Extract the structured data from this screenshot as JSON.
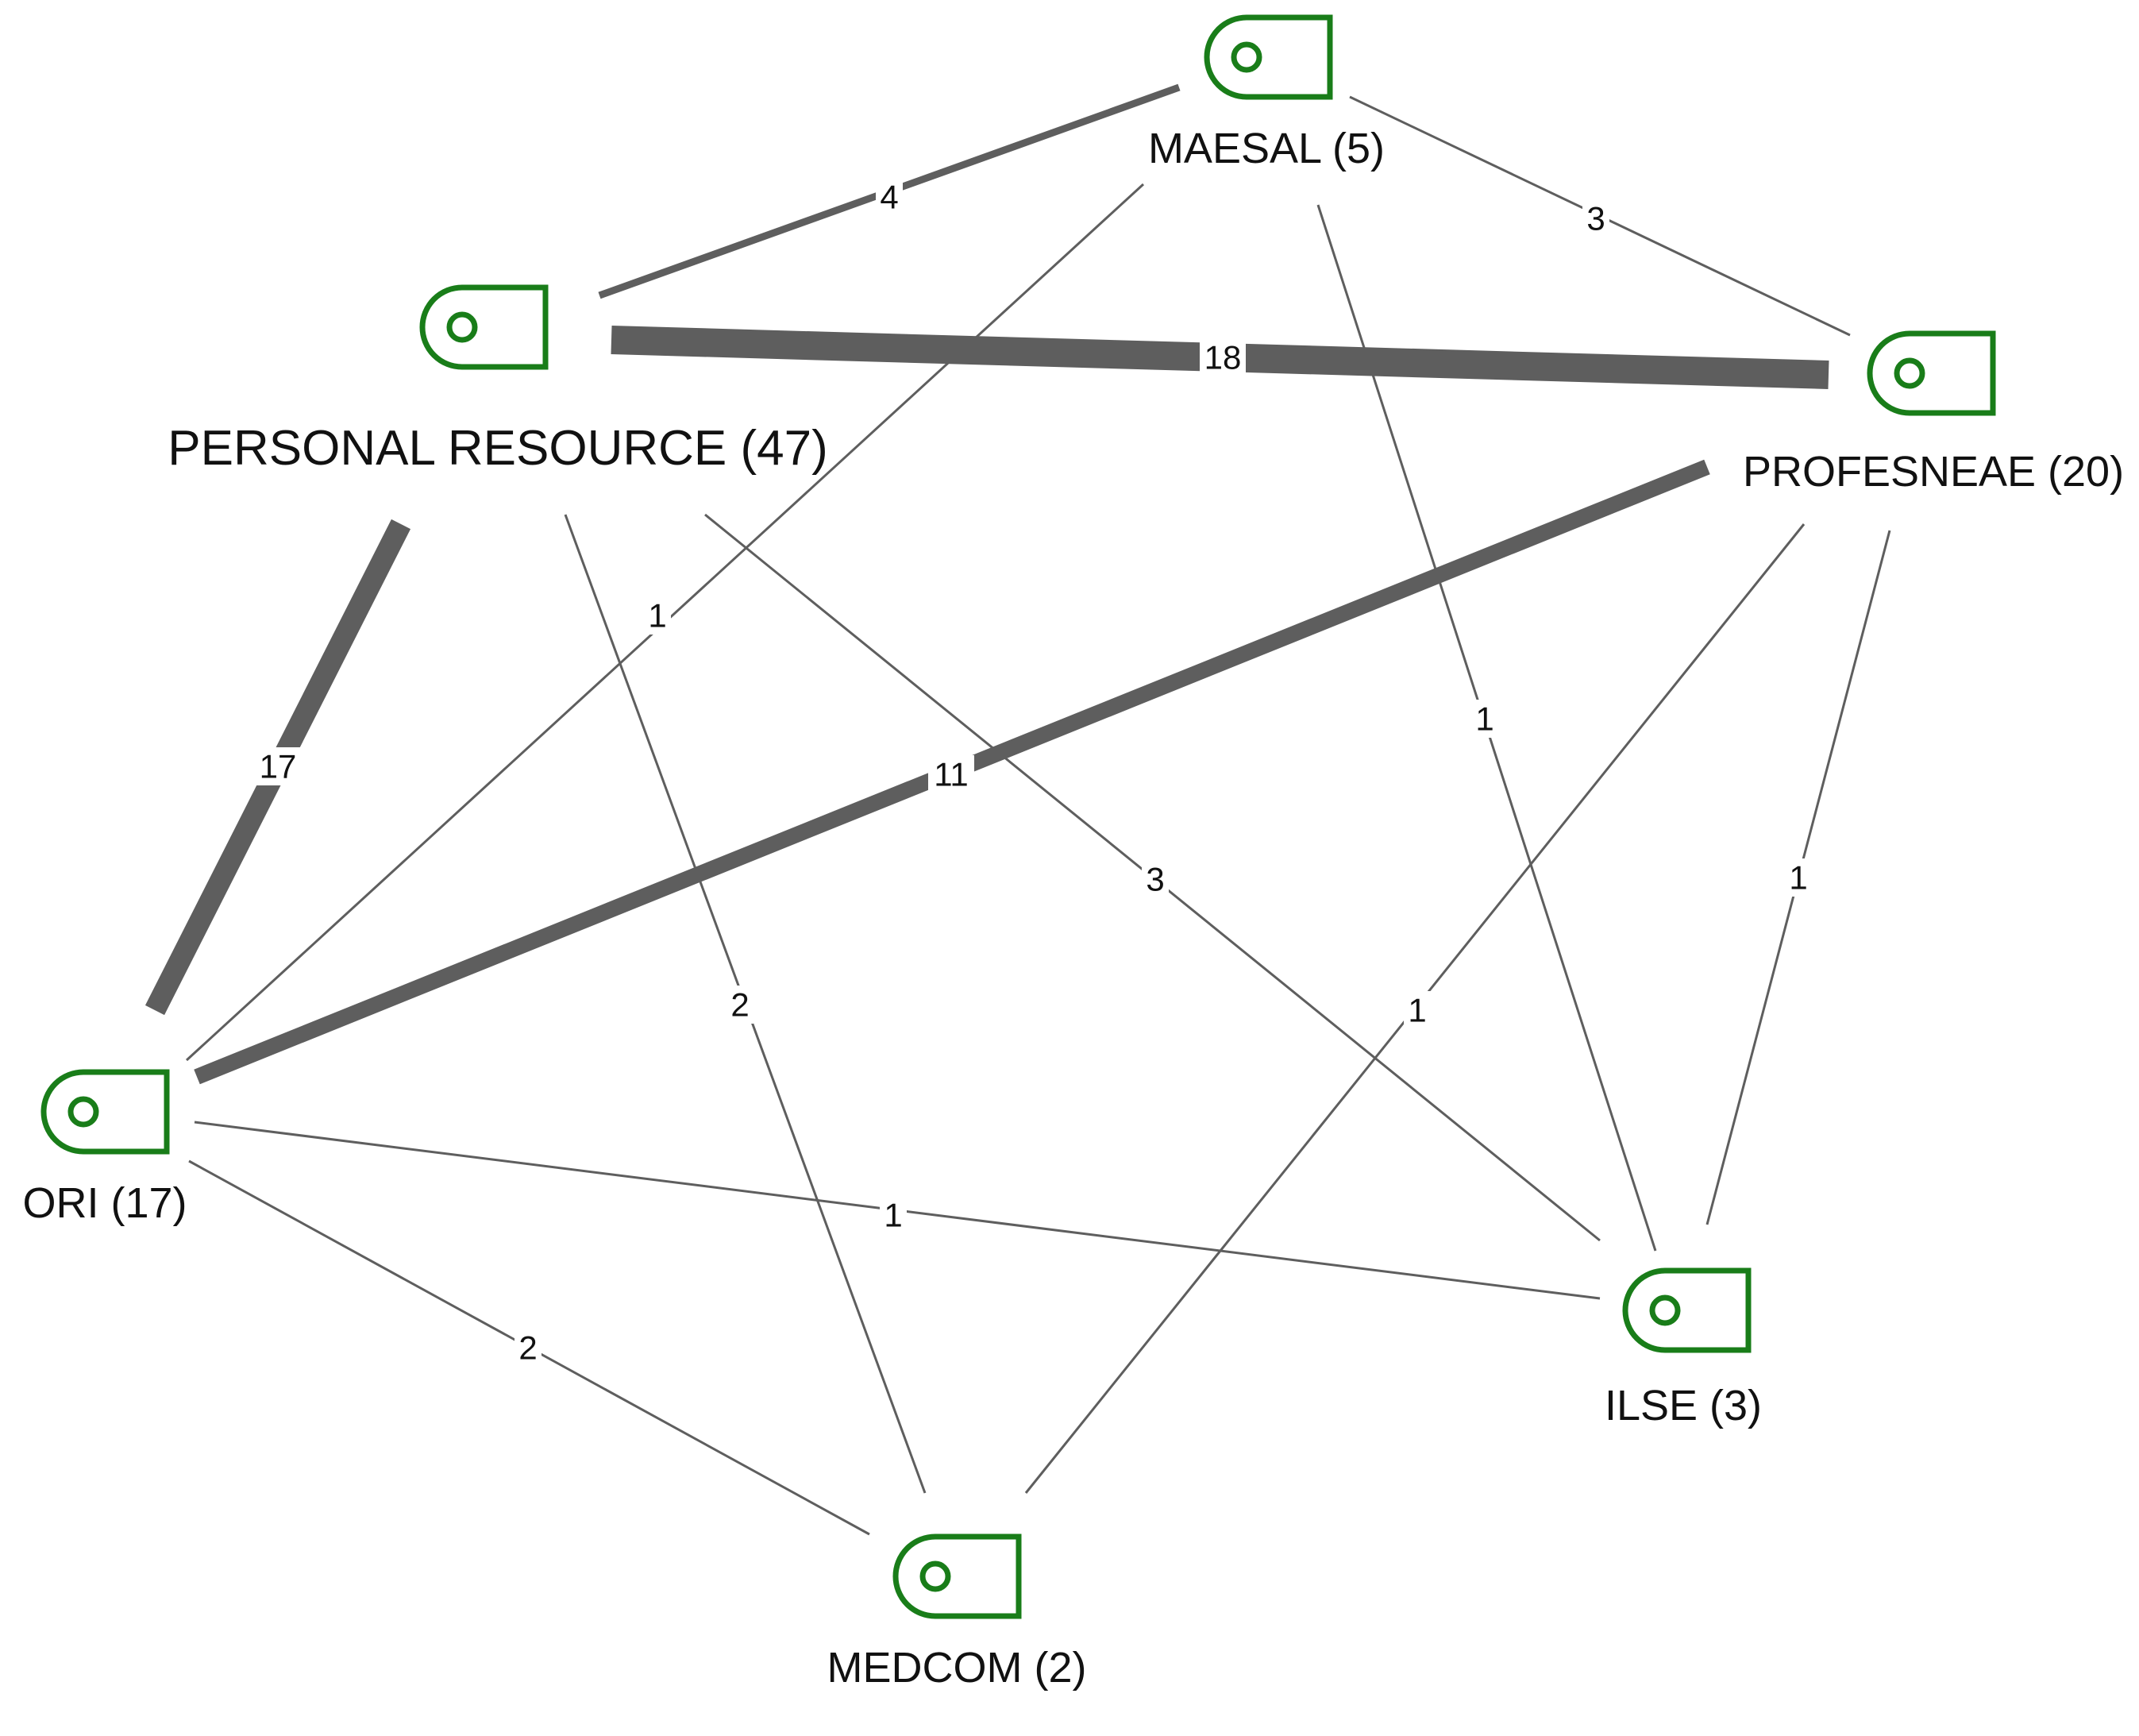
{
  "colors": {
    "node_icon": "#197d19",
    "edge": "#5e5e5e",
    "text": "#111111",
    "background": "#ffffff"
  },
  "nodes": [
    {
      "id": "maesal",
      "label": "MAESAL (5)",
      "icon": "node-code-icon"
    },
    {
      "id": "personal",
      "label": "PERSONAL RESOURCE (47)",
      "icon": "node-code-icon"
    },
    {
      "id": "profesneae",
      "label": "PROFESNEAE (20)",
      "icon": "node-code-icon"
    },
    {
      "id": "ori",
      "label": "ORI (17)",
      "icon": "node-code-icon"
    },
    {
      "id": "ilse",
      "label": "ILSE (3)",
      "icon": "node-code-icon"
    },
    {
      "id": "medcom",
      "label": "MEDCOM (2)",
      "icon": "node-code-icon"
    }
  ],
  "edges": [
    {
      "from": "maesal",
      "to": "personal",
      "weight": "4"
    },
    {
      "from": "maesal",
      "to": "profesneae",
      "weight": "3"
    },
    {
      "from": "maesal",
      "to": "ori",
      "weight": "1"
    },
    {
      "from": "maesal",
      "to": "ilse",
      "weight": "1"
    },
    {
      "from": "personal",
      "to": "profesneae",
      "weight": "18"
    },
    {
      "from": "personal",
      "to": "ori",
      "weight": "17"
    },
    {
      "from": "personal",
      "to": "medcom",
      "weight": "2"
    },
    {
      "from": "personal",
      "to": "ilse",
      "weight": "3"
    },
    {
      "from": "profesneae",
      "to": "ori",
      "weight": "11"
    },
    {
      "from": "profesneae",
      "to": "medcom",
      "weight": "1"
    },
    {
      "from": "profesneae",
      "to": "ilse",
      "weight": "1"
    },
    {
      "from": "ori",
      "to": "ilse",
      "weight": "1"
    },
    {
      "from": "ori",
      "to": "medcom",
      "weight": "2"
    }
  ]
}
